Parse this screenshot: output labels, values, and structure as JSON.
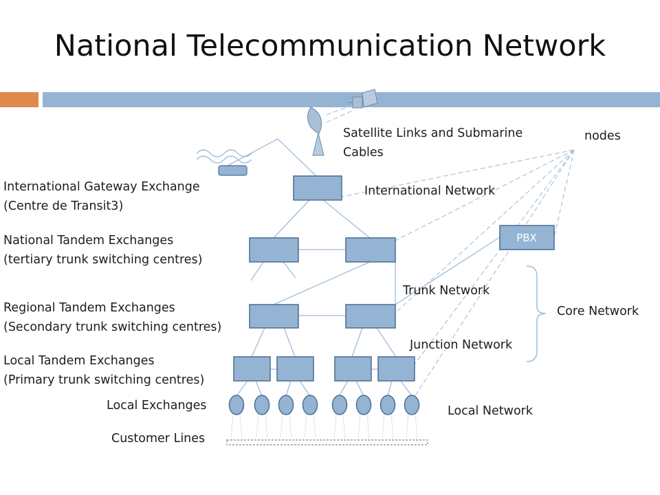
{
  "title": "National Telecommunication Network",
  "colors": {
    "accent_orange": "#dd8a4c",
    "accent_blue": "#95b4d3",
    "node_fill": "#95b4d3",
    "node_stroke": "#4a6d94"
  },
  "left_labels": {
    "igw_line1": "International Gateway Exchange",
    "igw_line2": "(Centre de Transit3)",
    "nte_line1": "National Tandem Exchanges",
    "nte_line2": "(tertiary trunk switching centres)",
    "rte_line1": "Regional Tandem Exchanges",
    "rte_line2": "(Secondary trunk switching centres)",
    "lte_line1": "Local Tandem Exchanges",
    "lte_line2": "(Primary trunk switching centres)",
    "local_exchanges": "Local Exchanges",
    "customer_lines": "Customer Lines"
  },
  "right_labels": {
    "satellite_line1": "Satellite Links and Submarine",
    "satellite_line2": "Cables",
    "nodes": "nodes",
    "international_network": "International Network",
    "pbx": "PBX",
    "trunk_network": "Trunk Network",
    "core_network": "Core Network",
    "junction_network": "Junction Network",
    "local_network": "Local Network"
  },
  "icons": [
    "satellite-dish-icon",
    "satellite-icon",
    "submarine-cable-icon"
  ]
}
